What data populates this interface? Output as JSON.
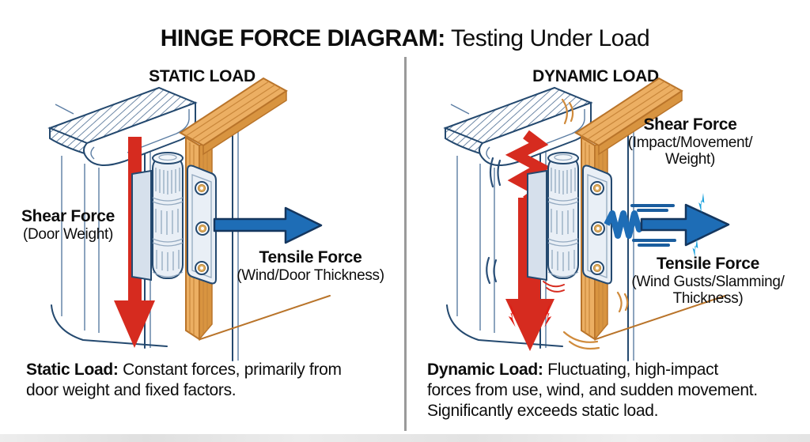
{
  "title": {
    "bold": "HINGE FORCE DIAGRAM:",
    "regular": " Testing Under Load"
  },
  "panels": {
    "static": {
      "header": "STATIC LOAD",
      "shear": {
        "title": "Shear Force",
        "detail": "(Door Weight)"
      },
      "tensile": {
        "title": "Tensile Force",
        "detail": "(Wind/Door Thickness)"
      },
      "caption": {
        "lead": "Static Load:",
        "body": " Constant forces, primarily from\ndoor weight and fixed factors."
      }
    },
    "dynamic": {
      "header": "DYNAMIC LOAD",
      "shear": {
        "title": "Shear Force",
        "detail": "(Impact/Movement/\nWeight)"
      },
      "tensile": {
        "title": "Tensile Force",
        "detail": "(Wind Gusts/Slamming/\nThickness)"
      },
      "caption": {
        "lead": "Dynamic Load:",
        "body": " Fluctuating, high-impact\nforces from use, wind, and sudden movement.\nSignificantly exceeds static load."
      }
    }
  },
  "colors": {
    "shear_arrow": "#d62b1f",
    "tensile_arrow": "#1e6db6",
    "outline": "#24496f",
    "wood_fill": "#ecaf63",
    "wood_line": "#b9742a",
    "metal_fill": "#e9eff6",
    "impact_bolt_red": "#e01b12",
    "impact_bolt_blue": "#18a0dc",
    "divider": "#9a9a9a",
    "text": "#0d0d0d",
    "background": "#ffffff"
  }
}
